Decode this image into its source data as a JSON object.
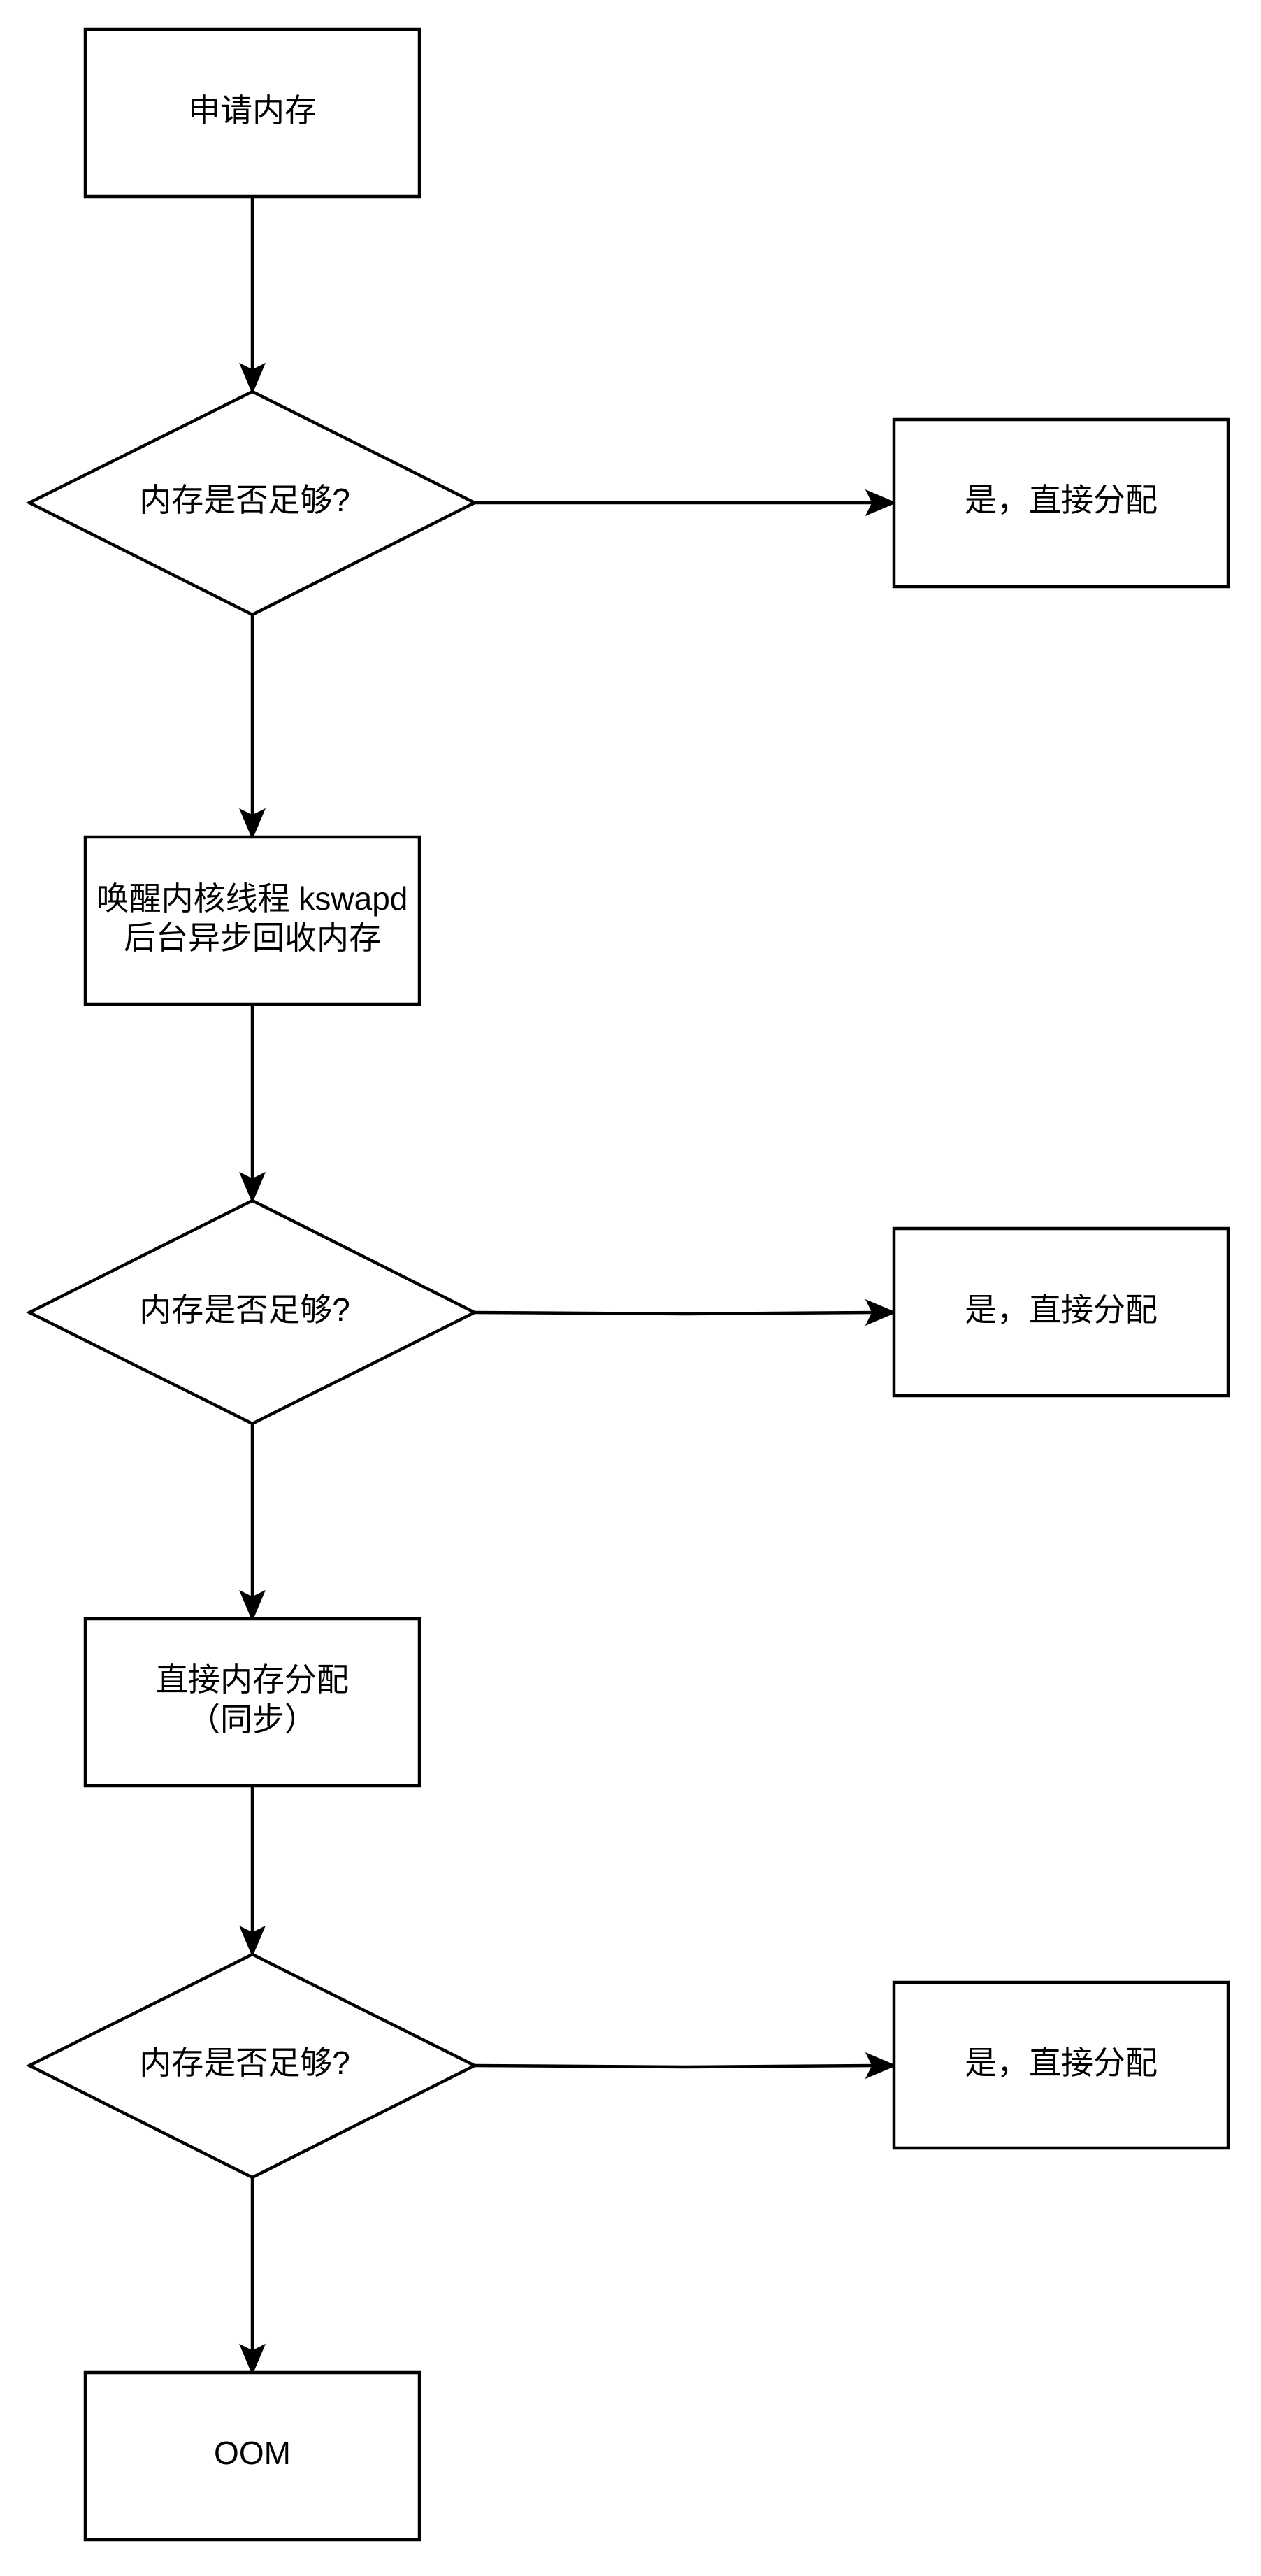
{
  "nodes": {
    "request": {
      "label": "申请内存"
    },
    "check1": {
      "label": "内存是否足够?"
    },
    "yes1": {
      "label": "是，直接分配"
    },
    "kswapd": {
      "line1": "唤醒内核线程 kswapd",
      "line2": "后台异步回收内存"
    },
    "check2": {
      "label": "内存是否足够?"
    },
    "yes2": {
      "label": "是，直接分配"
    },
    "direct": {
      "line1": "直接内存分配",
      "line2": "（同步）"
    },
    "check3": {
      "label": "内存是否足够?"
    },
    "yes3": {
      "label": "是，直接分配"
    },
    "oom": {
      "label": "OOM"
    }
  }
}
